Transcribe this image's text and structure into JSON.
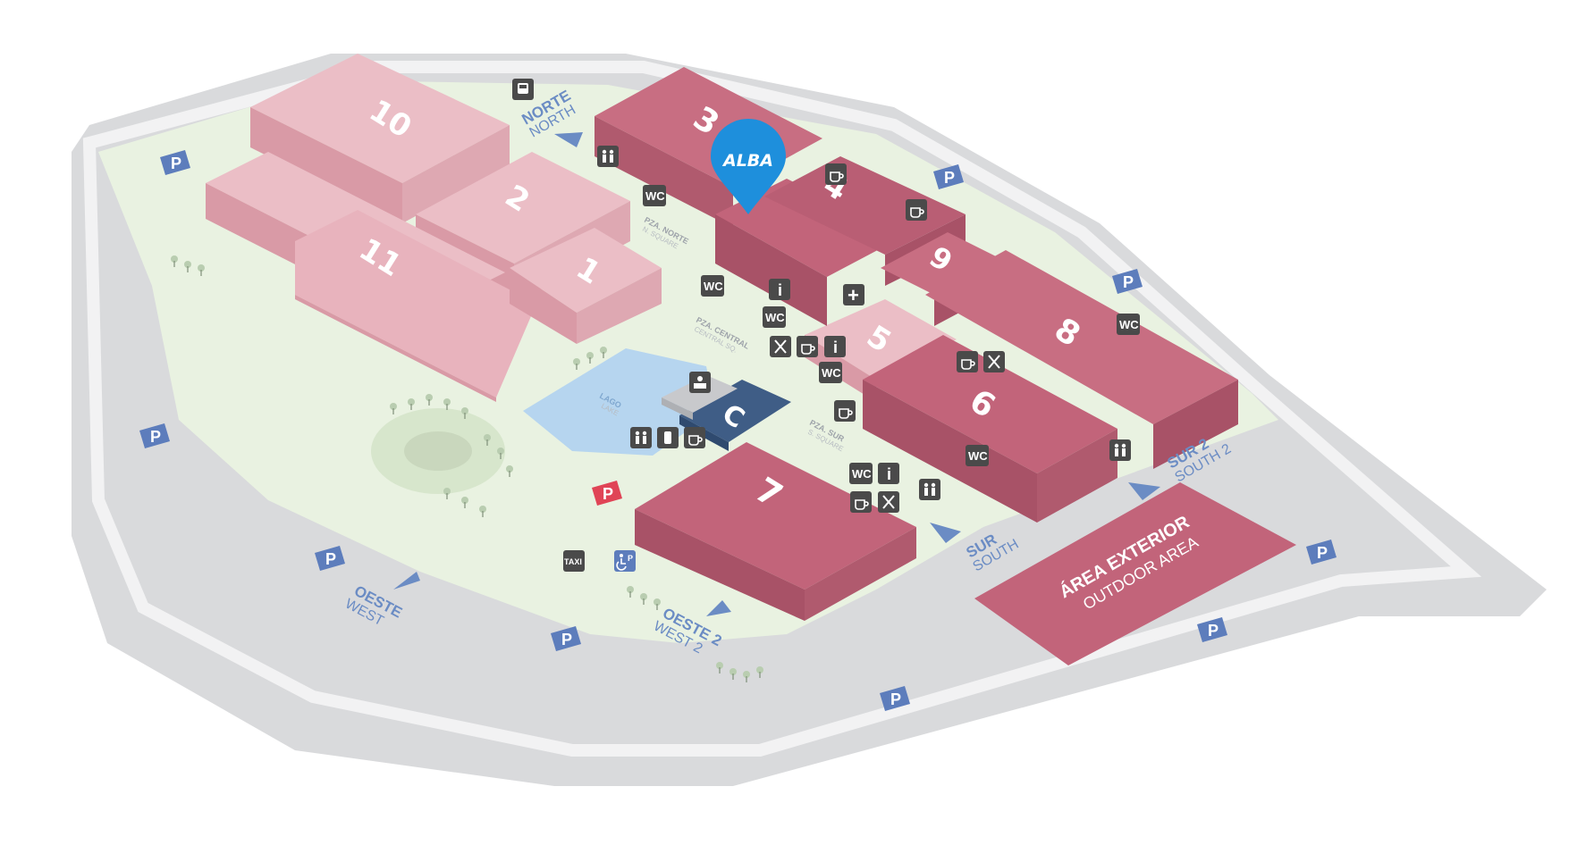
{
  "halls": {
    "h10": "10",
    "h2": "2",
    "h11": "11",
    "h1": "1",
    "h3": "3",
    "h4": "4",
    "h9": "9",
    "h8": "8",
    "h5": "5",
    "h6": "6",
    "h7": "7",
    "hc": "C"
  },
  "gates": {
    "north_es": "NORTE",
    "north_en": "NORTH",
    "south_es": "SUR",
    "south_en": "SOUTH",
    "south2_es": "SUR 2",
    "south2_en": "SOUTH 2",
    "west_es": "OESTE",
    "west_en": "WEST",
    "west2_es": "OESTE 2",
    "west2_en": "WEST 2"
  },
  "plazas": {
    "north_es": "PZA. NORTE",
    "north_en": "N. SQUARE",
    "central_es": "PZA. CENTRAL",
    "central_en": "CENTRAL SQ.",
    "south_es": "PZA. SUR",
    "south_en": "S. SQUARE"
  },
  "lake": {
    "es": "LAGO",
    "en": "LAKE"
  },
  "outdoor": {
    "es": "ÁREA EXTERIOR",
    "en": "OUTDOOR AREA"
  },
  "marker": {
    "label": "ALBA",
    "color": "#1e8fdc"
  },
  "icons": {
    "parking": "P",
    "wc": "WC",
    "info": "i",
    "taxi": "TAXI",
    "first_aid": "+",
    "disabled_parking": "P"
  },
  "colors": {
    "hall_active": "#c2647a",
    "hall_inactive": "#e8b3bd",
    "ground": "#e9f2e1",
    "road": "#d7d8da",
    "icon_bg": "#4a4a4a",
    "parking_bg": "#5d7dbc",
    "lake": "#b6d5ef"
  }
}
